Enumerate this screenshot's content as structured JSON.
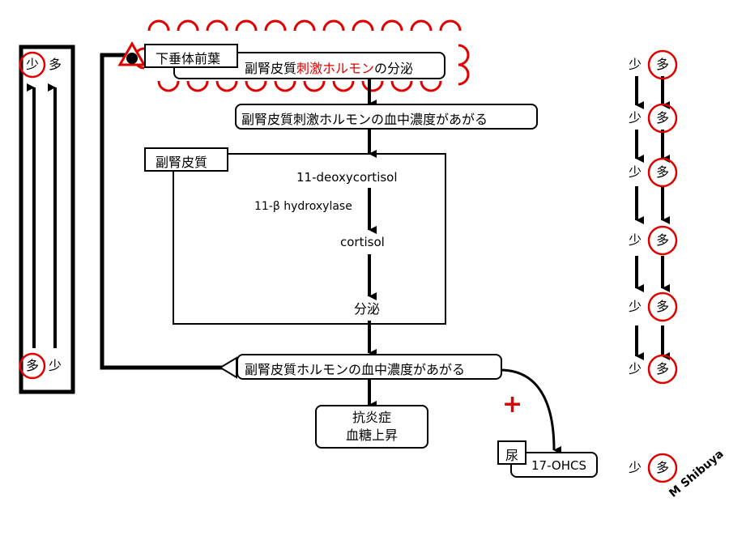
{
  "colors": {
    "stroke": "#000000",
    "highlight": "#e00000",
    "background": "#ffffff"
  },
  "diagram": {
    "pituitary_label": "下垂体前葉",
    "acth_secretion_prefix": "副腎皮質",
    "acth_secretion_red": "刺激ホルモン",
    "acth_secretion_suffix": "の分泌",
    "acth_blood_level": "副腎皮質刺激ホルモンの血中濃度があがる",
    "adrenal_cortex_label": "副腎皮質",
    "precursor": "11-deoxycortisol",
    "enzyme": "11-β hydroxylase",
    "product": "cortisol",
    "secretion": "分泌",
    "cortisol_blood_level": "副腎皮質ホルモンの血中濃度があがる",
    "effect_line1": "抗炎症",
    "effect_line2": "血糖上昇",
    "plus_sign": "+",
    "urine_label": "尿",
    "urine_metabolite": "17-OHCS",
    "signature": "M Shibuya"
  },
  "left_panel": {
    "top_left": "少",
    "top_right": "多",
    "bottom_left": "多",
    "bottom_right": "少"
  },
  "right_rows": [
    {
      "left": "少",
      "right": "多"
    },
    {
      "left": "少",
      "right": "多"
    },
    {
      "left": "少",
      "right": "多"
    },
    {
      "left": "少",
      "right": "多"
    },
    {
      "left": "少",
      "right": "多"
    },
    {
      "left": "少",
      "right": "多"
    },
    {
      "left": "少",
      "right": "多"
    }
  ]
}
